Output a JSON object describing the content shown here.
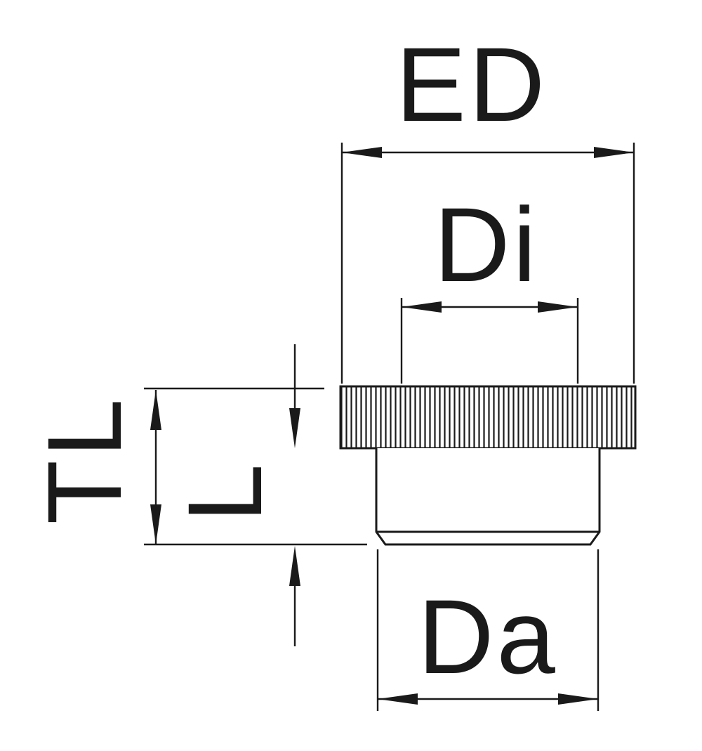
{
  "drawing": {
    "colors": {
      "line": "#1a1a1a",
      "background": "#ffffff"
    },
    "labels": {
      "ed": "ED",
      "di": "Di",
      "tl": "TL",
      "l": "L",
      "da": "Da"
    }
  }
}
